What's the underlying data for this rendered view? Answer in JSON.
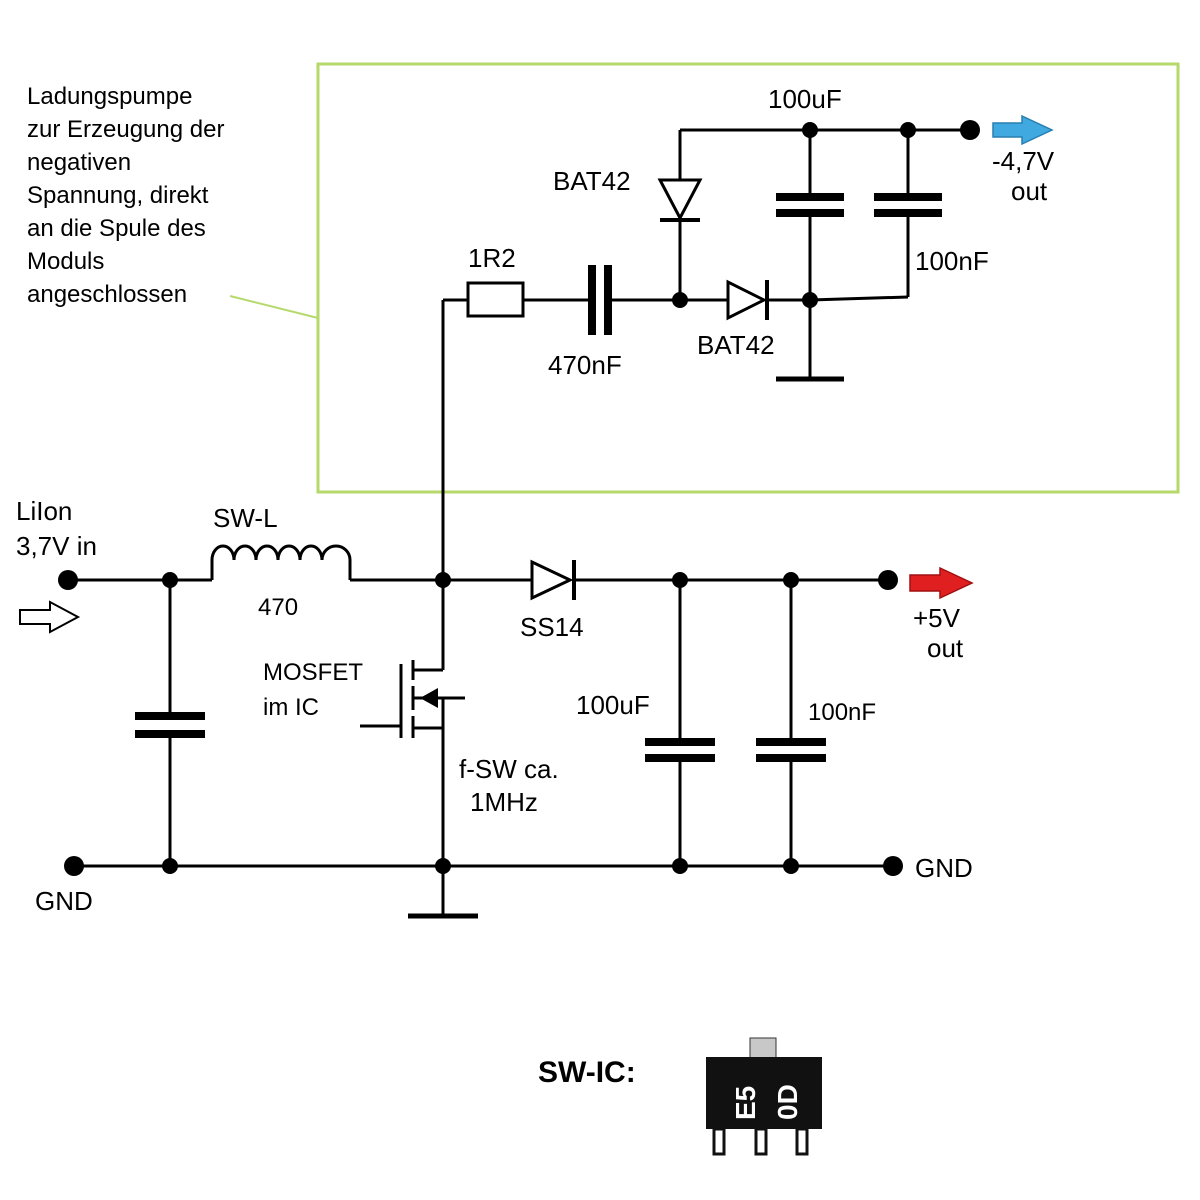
{
  "annotation": {
    "lines": [
      "Ladungspumpe",
      "zur Erzeugung der",
      "negativen",
      "Spannung, direkt",
      "an die Spule des",
      "Moduls",
      "angeschlossen"
    ]
  },
  "charge_pump": {
    "resistor": "1R2",
    "pump_cap": "470nF",
    "diode_upper": "BAT42",
    "diode_lower": "BAT42",
    "cap_upper": "100uF",
    "cap_lower": "100nF",
    "out_voltage": "-4,7V",
    "out_word": "out",
    "arrow_color": "#3fa9e0"
  },
  "main": {
    "input_line1": "LiIon",
    "input_line2": "3,7V in",
    "inductor": "SW-L",
    "inductor_value": "470",
    "diode": "SS14",
    "mosfet_line1": "MOSFET",
    "mosfet_line2": "im IC",
    "freq_line1": "f-SW ca.",
    "freq_line2": "1MHz",
    "cap_left": "100uF",
    "cap_right": "100nF",
    "out_voltage": "+5V",
    "out_word": "out",
    "arrow_color": "#e02020",
    "gnd_left": "GND",
    "gnd_right": "GND"
  },
  "ic": {
    "label": "SW-IC:",
    "marking_1": "E5",
    "marking_2": "0D"
  },
  "colors": {
    "frame": "#b5d96a"
  }
}
